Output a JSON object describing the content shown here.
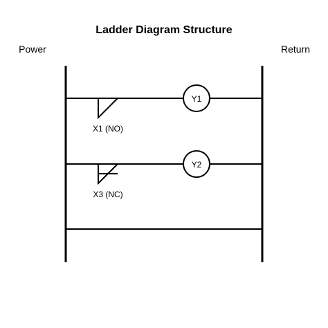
{
  "diagram": {
    "title": "Ladder Diagram Structure",
    "left_rail_label": "Power",
    "right_rail_label": "Return",
    "rungs": [
      {
        "contact": {
          "label": "X1 (NO)",
          "type": "normally-open"
        },
        "coil": {
          "label": "Y1"
        }
      },
      {
        "contact": {
          "label": "X3 (NC)",
          "type": "normally-closed"
        },
        "coil": {
          "label": "Y2"
        }
      },
      {
        "contact": null,
        "coil": null
      }
    ]
  },
  "colors": {
    "stroke": "#000000",
    "background": "#ffffff"
  }
}
